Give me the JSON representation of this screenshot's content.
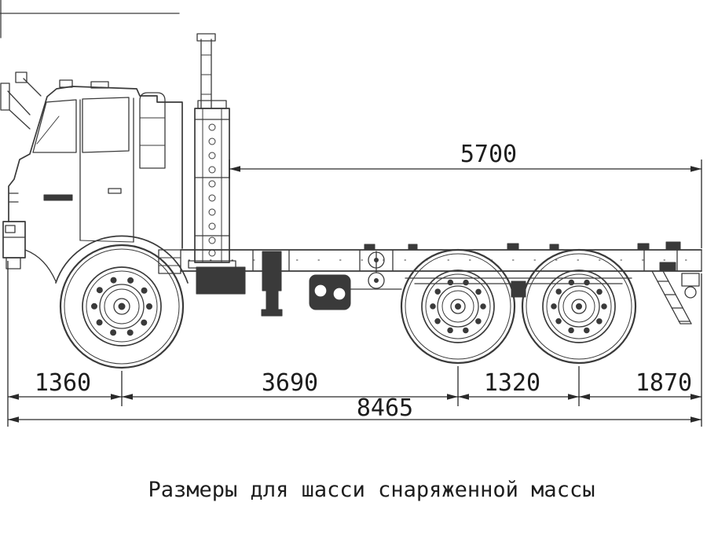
{
  "colors": {
    "line": "#3a3a3a",
    "dimension": "#2a2a2a",
    "text": "#1d1d1d",
    "background": "#ffffff"
  },
  "caption": "Размеры для шасси снаряженной массы",
  "dimensions": {
    "upper_frame_length": "5700",
    "front_overhang": "1360",
    "wheelbase": "3690",
    "rear_axle_spacing": "1320",
    "rear_overhang": "1870",
    "overall_length": "8465"
  }
}
